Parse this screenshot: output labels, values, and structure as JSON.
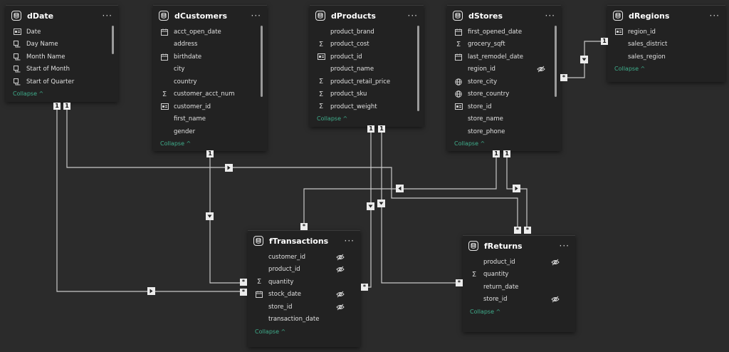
{
  "tables": {
    "dDate": {
      "title": "dDate",
      "fields": [
        {
          "name": "Date",
          "icon": "key-icon"
        },
        {
          "name": "Day Name",
          "icon": "hierarchy-icon"
        },
        {
          "name": "Month Name",
          "icon": "hierarchy-icon"
        },
        {
          "name": "Start of Month",
          "icon": "hierarchy-icon"
        },
        {
          "name": "Start of Quarter",
          "icon": "hierarchy-icon"
        }
      ],
      "collapse_label": "Collapse"
    },
    "dCustomers": {
      "title": "dCustomers",
      "fields": [
        {
          "name": "acct_open_date",
          "icon": "calendar-icon"
        },
        {
          "name": "address",
          "icon": ""
        },
        {
          "name": "birthdate",
          "icon": "calendar-icon"
        },
        {
          "name": "city",
          "icon": ""
        },
        {
          "name": "country",
          "icon": ""
        },
        {
          "name": "customer_acct_num",
          "icon": "sigma-icon"
        },
        {
          "name": "customer_id",
          "icon": "key-icon"
        },
        {
          "name": "first_name",
          "icon": ""
        },
        {
          "name": "gender",
          "icon": ""
        }
      ],
      "collapse_label": "Collapse"
    },
    "dProducts": {
      "title": "dProducts",
      "fields": [
        {
          "name": "product_brand",
          "icon": ""
        },
        {
          "name": "product_cost",
          "icon": "sigma-icon"
        },
        {
          "name": "product_id",
          "icon": "key-icon"
        },
        {
          "name": "product_name",
          "icon": ""
        },
        {
          "name": "product_retail_price",
          "icon": "sigma-icon"
        },
        {
          "name": "product_sku",
          "icon": "sigma-icon"
        },
        {
          "name": "product_weight",
          "icon": "sigma-icon"
        }
      ],
      "collapse_label": "Collapse"
    },
    "dStores": {
      "title": "dStores",
      "fields": [
        {
          "name": "first_opened_date",
          "icon": "calendar-icon"
        },
        {
          "name": "grocery_sqft",
          "icon": "sigma-icon"
        },
        {
          "name": "last_remodel_date",
          "icon": "calendar-icon"
        },
        {
          "name": "region_id",
          "icon": "",
          "hidden": true
        },
        {
          "name": "store_city",
          "icon": "globe-icon"
        },
        {
          "name": "store_country",
          "icon": "globe-icon"
        },
        {
          "name": "store_id",
          "icon": "key-icon"
        },
        {
          "name": "store_name",
          "icon": ""
        },
        {
          "name": "store_phone",
          "icon": ""
        }
      ],
      "collapse_label": "Collapse"
    },
    "dRegions": {
      "title": "dRegions",
      "fields": [
        {
          "name": "region_id",
          "icon": "key-icon"
        },
        {
          "name": "sales_district",
          "icon": ""
        },
        {
          "name": "sales_region",
          "icon": ""
        }
      ],
      "collapse_label": "Collapse"
    },
    "fTransactions": {
      "title": "fTransactions",
      "fields": [
        {
          "name": "customer_id",
          "icon": "",
          "hidden": true
        },
        {
          "name": "product_id",
          "icon": "",
          "hidden": true
        },
        {
          "name": "quantity",
          "icon": "sigma-icon"
        },
        {
          "name": "stock_date",
          "icon": "calendar-icon",
          "hidden": true
        },
        {
          "name": "store_id",
          "icon": "",
          "hidden": true
        },
        {
          "name": "transaction_date",
          "icon": ""
        }
      ],
      "collapse_label": "Collapse"
    },
    "fReturns": {
      "title": "fReturns",
      "fields": [
        {
          "name": "product_id",
          "icon": "",
          "hidden": true
        },
        {
          "name": "quantity",
          "icon": "sigma-icon"
        },
        {
          "name": "return_date",
          "icon": ""
        },
        {
          "name": "store_id",
          "icon": "",
          "hidden": true
        }
      ],
      "collapse_label": "Collapse"
    }
  },
  "more_glyph": "···",
  "collapse_glyph": "^",
  "cardinality": {
    "one": "1",
    "many": "*"
  },
  "colors": {
    "canvas": "#2b2b2b",
    "card": "#222222",
    "accent": "#3fae8c",
    "line": "#c8c8c8"
  }
}
